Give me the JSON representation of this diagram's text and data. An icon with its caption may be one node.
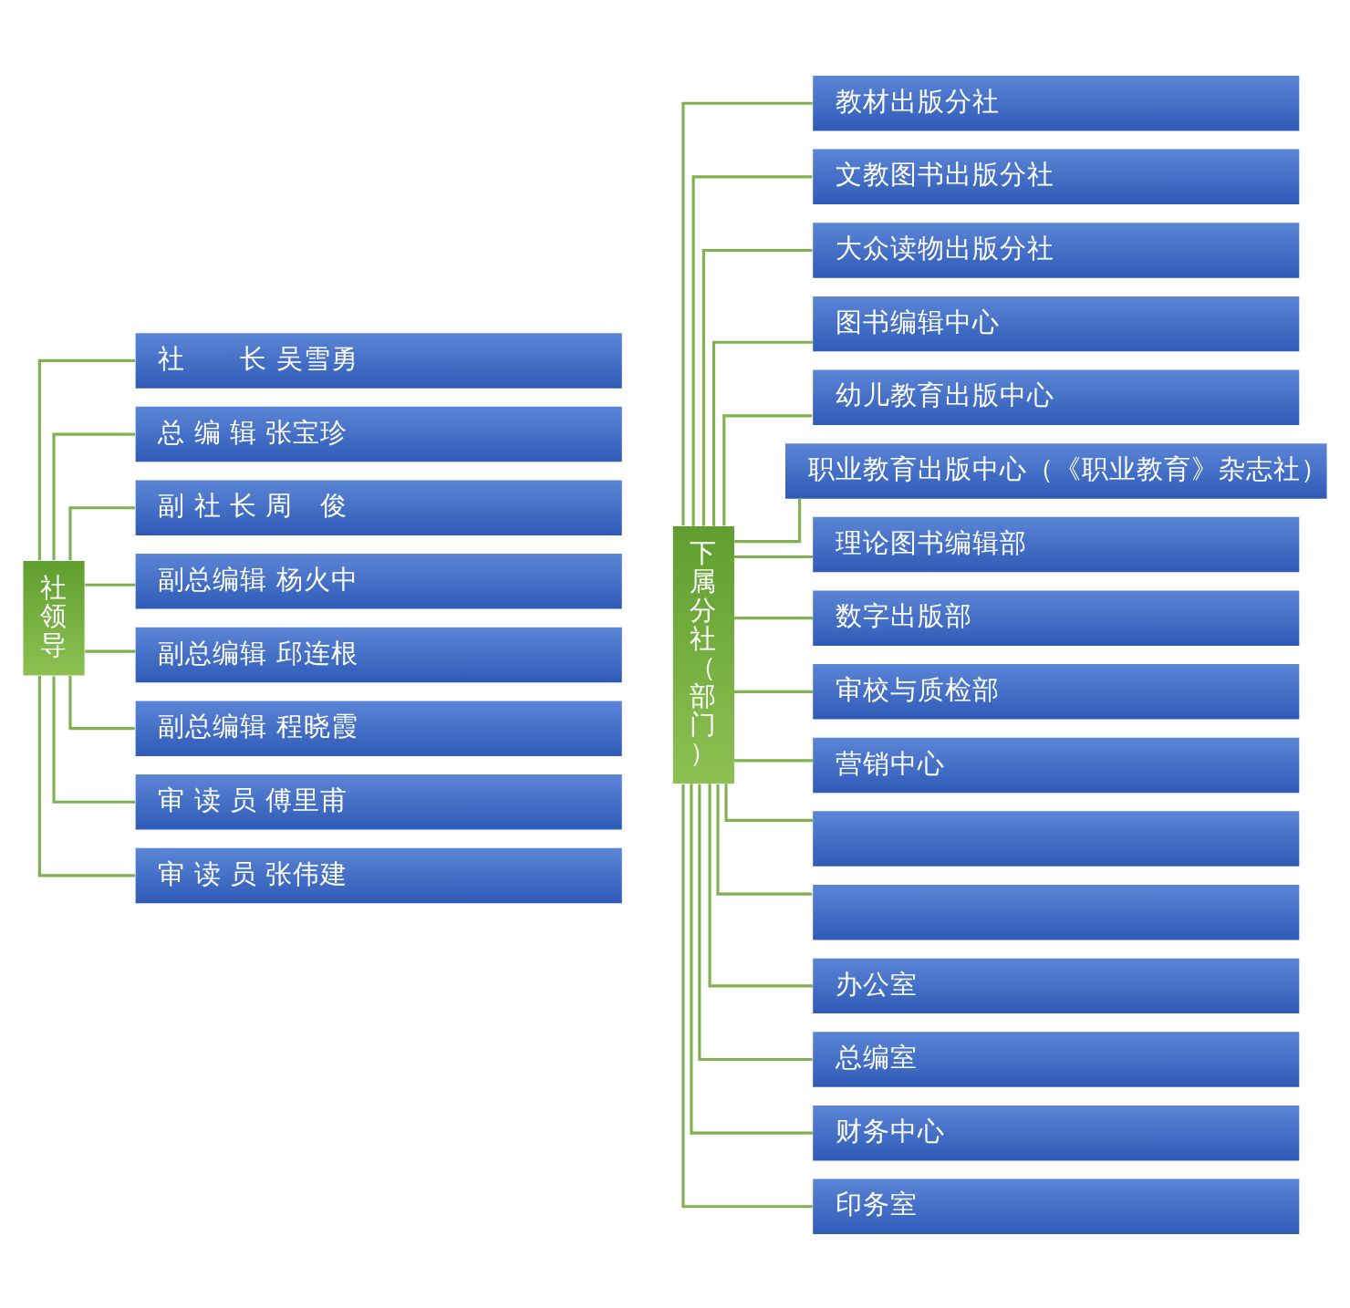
{
  "diagram": {
    "nodes": [
      {
        "text": [
          "社领导"
        ]
      },
      {
        "text": [
          "社　　长 吴雪勇"
        ]
      },
      {
        "text": [
          "总 编 辑 张宝珍"
        ]
      },
      {
        "text": [
          "副 社 长 周　俊"
        ]
      },
      {
        "text": [
          "副总编辑 杨火中"
        ]
      },
      {
        "text": [
          "副总编辑 邱连根"
        ]
      },
      {
        "text": [
          "副总编辑 程晓霞"
        ]
      },
      {
        "text": [
          "审 读 员 傅里甫"
        ]
      },
      {
        "text": [
          "审 读 员 张伟建"
        ]
      },
      {
        "text": [
          "下属分社（部门）"
        ]
      },
      {
        "text": [
          "教材出版分社"
        ]
      },
      {
        "text": [
          "文教图书出版分社"
        ]
      },
      {
        "text": [
          "大众读物出版分社"
        ]
      },
      {
        "text": [
          "图书编辑中心"
        ]
      },
      {
        "text": [
          "幼儿教育出版中心"
        ]
      },
      {
        "text": [
          "职业教育出版中心（《职业教育》杂志社）"
        ]
      },
      {
        "text": [
          "理论图书编辑部"
        ]
      },
      {
        "text": [
          "数字出版部"
        ]
      },
      {
        "text": [
          "审校与质检部"
        ]
      },
      {
        "text": [
          "营销中心"
        ]
      },
      {
        "text": [],
        "shape": "box"
      },
      {
        "text": [],
        "shape": "box"
      },
      {
        "text": [
          "办公室"
        ]
      },
      {
        "text": [
          "总编室"
        ]
      },
      {
        "text": [
          "财务中心"
        ]
      },
      {
        "text": [
          "印务室"
        ]
      }
    ],
    "edges": [
      {
        "from": 0,
        "to": 1,
        "arrow": "none"
      },
      {
        "from": 0,
        "to": 2,
        "arrow": "none"
      },
      {
        "from": 0,
        "to": 3,
        "arrow": "none"
      },
      {
        "from": 0,
        "to": 4,
        "arrow": "none"
      },
      {
        "from": 0,
        "to": 5,
        "arrow": "none"
      },
      {
        "from": 0,
        "to": 6,
        "arrow": "none"
      },
      {
        "from": 0,
        "to": 7,
        "arrow": "none"
      },
      {
        "from": 0,
        "to": 8,
        "arrow": "none"
      },
      {
        "from": 9,
        "to": 10,
        "arrow": "none"
      },
      {
        "from": 9,
        "to": 11,
        "arrow": "none"
      },
      {
        "from": 9,
        "to": 12,
        "arrow": "none"
      },
      {
        "from": 9,
        "to": 13,
        "arrow": "none"
      },
      {
        "from": 9,
        "to": 14,
        "arrow": "none"
      },
      {
        "from": 9,
        "to": 15,
        "arrow": "none"
      },
      {
        "from": 9,
        "to": 16,
        "arrow": "none"
      },
      {
        "from": 9,
        "to": 17,
        "arrow": "none"
      },
      {
        "from": 9,
        "to": 18,
        "arrow": "none"
      },
      {
        "from": 9,
        "to": 19,
        "arrow": "none"
      },
      {
        "from": 9,
        "to": 20,
        "arrow": "none"
      },
      {
        "from": 9,
        "to": 21,
        "arrow": "none"
      },
      {
        "from": 9,
        "to": 22,
        "arrow": "none"
      },
      {
        "from": 9,
        "to": 23,
        "arrow": "none"
      },
      {
        "from": 9,
        "to": 24,
        "arrow": "none"
      },
      {
        "from": 9,
        "to": 25,
        "arrow": "none"
      }
    ]
  }
}
